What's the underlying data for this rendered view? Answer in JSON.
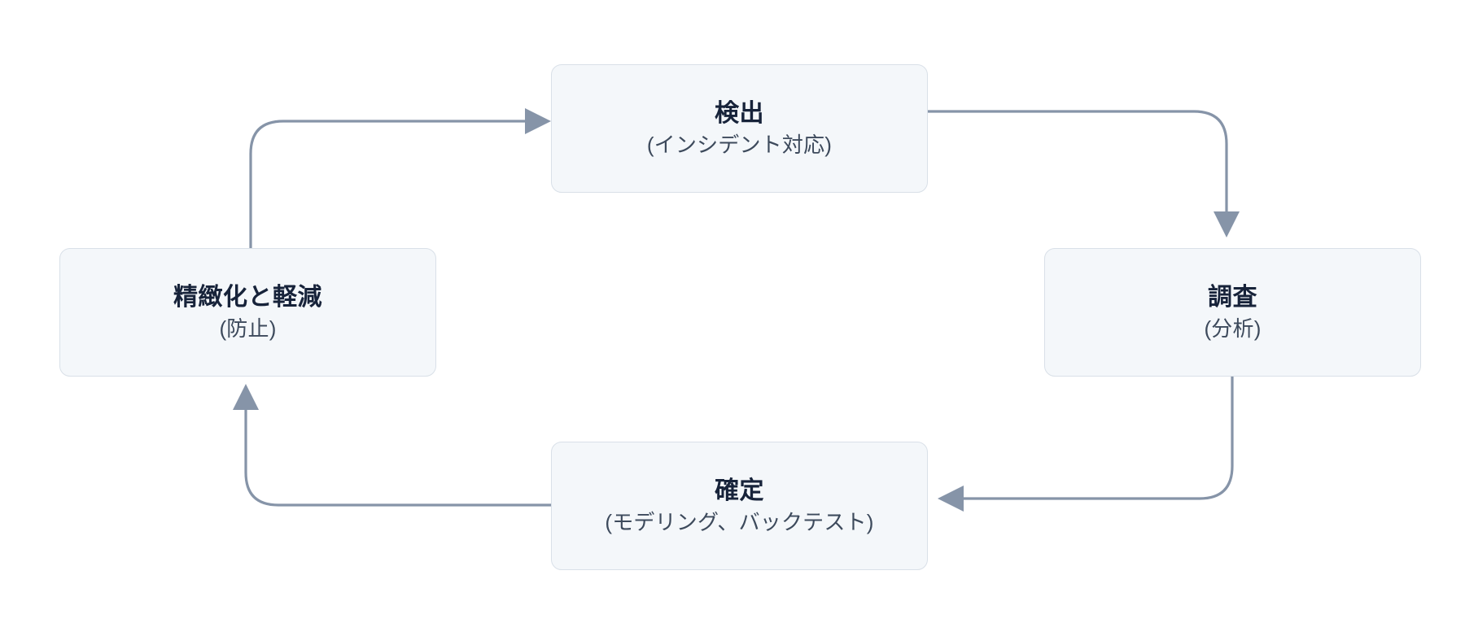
{
  "diagram": {
    "type": "cycle-flow",
    "title": "",
    "language": "ja",
    "colors": {
      "node_fill": "#f4f7fa",
      "node_border": "#d9e0e8",
      "connector": "#8694a8",
      "title_text": "#17233a",
      "subtitle_text": "#3d4a5c",
      "background": "#ffffff"
    },
    "nodes": [
      {
        "id": "detection",
        "title": "検出",
        "subtitle": "(インシデント対応)",
        "position": "top"
      },
      {
        "id": "investigation",
        "title": "調査",
        "subtitle": "(分析)",
        "position": "right"
      },
      {
        "id": "confirmation",
        "title": "確定",
        "subtitle": "(モデリング、バックテスト)",
        "position": "bottom"
      },
      {
        "id": "refinement",
        "title": "精緻化と軽減",
        "subtitle": "(防止)",
        "position": "left"
      }
    ],
    "edges": [
      {
        "id": "edge-detection-to-investigation",
        "from": "detection",
        "to": "investigation",
        "label": "",
        "direction": "clockwise"
      },
      {
        "id": "edge-investigation-to-confirmation",
        "from": "investigation",
        "to": "confirmation",
        "label": "",
        "direction": "clockwise"
      },
      {
        "id": "edge-confirmation-to-refinement",
        "from": "confirmation",
        "to": "refinement",
        "label": "",
        "direction": "clockwise"
      },
      {
        "id": "edge-refinement-to-detection",
        "from": "refinement",
        "to": "detection",
        "label": "",
        "direction": "clockwise"
      }
    ]
  }
}
